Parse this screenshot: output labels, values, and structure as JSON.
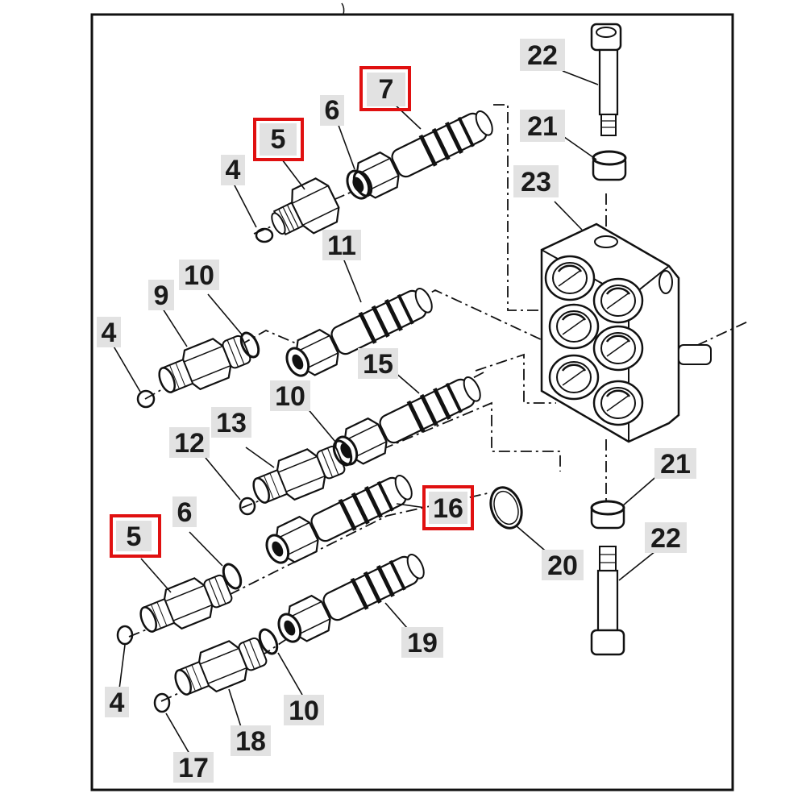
{
  "diagram": {
    "highlight_color": "#e01010",
    "callouts": [
      {
        "id": "c22a",
        "text": "22",
        "highlighted": false
      },
      {
        "id": "c21a",
        "text": "21",
        "highlighted": false
      },
      {
        "id": "c23",
        "text": "23",
        "highlighted": false
      },
      {
        "id": "c7",
        "text": "7",
        "highlighted": true
      },
      {
        "id": "c6a",
        "text": "6",
        "highlighted": false
      },
      {
        "id": "c5a",
        "text": "5",
        "highlighted": true
      },
      {
        "id": "c4a",
        "text": "4",
        "highlighted": false
      },
      {
        "id": "c11",
        "text": "11",
        "highlighted": false
      },
      {
        "id": "c10a",
        "text": "10",
        "highlighted": false
      },
      {
        "id": "c9",
        "text": "9",
        "highlighted": false
      },
      {
        "id": "c4b",
        "text": "4",
        "highlighted": false
      },
      {
        "id": "c15",
        "text": "15",
        "highlighted": false
      },
      {
        "id": "c10b",
        "text": "10",
        "highlighted": false
      },
      {
        "id": "c13",
        "text": "13",
        "highlighted": false
      },
      {
        "id": "c12",
        "text": "12",
        "highlighted": false
      },
      {
        "id": "c16",
        "text": "16",
        "highlighted": true
      },
      {
        "id": "c6b",
        "text": "6",
        "highlighted": false
      },
      {
        "id": "c5b",
        "text": "5",
        "highlighted": true
      },
      {
        "id": "c21b",
        "text": "21",
        "highlighted": false
      },
      {
        "id": "c22b",
        "text": "22",
        "highlighted": false
      },
      {
        "id": "c20",
        "text": "20",
        "highlighted": false
      },
      {
        "id": "c19",
        "text": "19",
        "highlighted": false
      },
      {
        "id": "c4c",
        "text": "4",
        "highlighted": false
      },
      {
        "id": "c10c",
        "text": "10",
        "highlighted": false
      },
      {
        "id": "c18",
        "text": "18",
        "highlighted": false
      },
      {
        "id": "c17",
        "text": "17",
        "highlighted": false
      }
    ]
  }
}
